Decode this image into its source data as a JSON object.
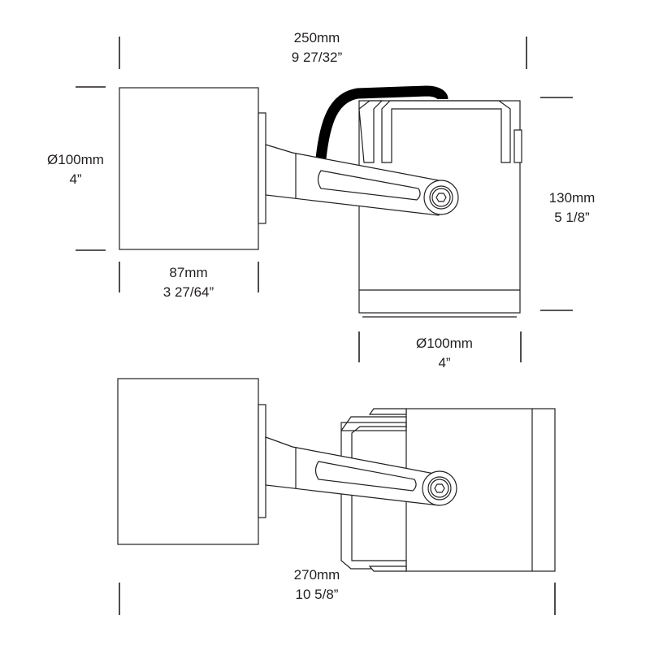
{
  "dimensions": {
    "top_width": {
      "metric": "250mm",
      "imperial": "9 27/32”"
    },
    "box_diameter": {
      "metric": "Ø100mm",
      "imperial": "4”"
    },
    "box_depth": {
      "metric": "87mm",
      "imperial": "3 27/64”"
    },
    "lamp_height": {
      "metric": "130mm",
      "imperial": "5 1/8”"
    },
    "lamp_diameter": {
      "metric": "Ø100mm",
      "imperial": "4”"
    },
    "bottom_width": {
      "metric": "270mm",
      "imperial": "10 5/8”"
    }
  }
}
